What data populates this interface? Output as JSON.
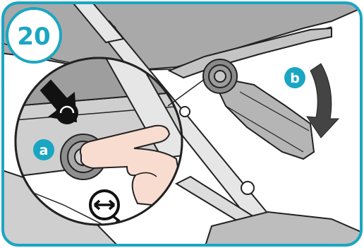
{
  "step": {
    "number": "20"
  },
  "callouts": {
    "a": "a",
    "b": "b"
  },
  "icons": {
    "press": "press-arrow-icon",
    "rotate": "rotate-adjust-icon",
    "fold": "fold-down-arrow-icon"
  },
  "colors": {
    "accent": "#1aa6c2",
    "frame_fill": "#b9b9b9",
    "dark": "#111111",
    "skin": "#f9dcd0"
  }
}
